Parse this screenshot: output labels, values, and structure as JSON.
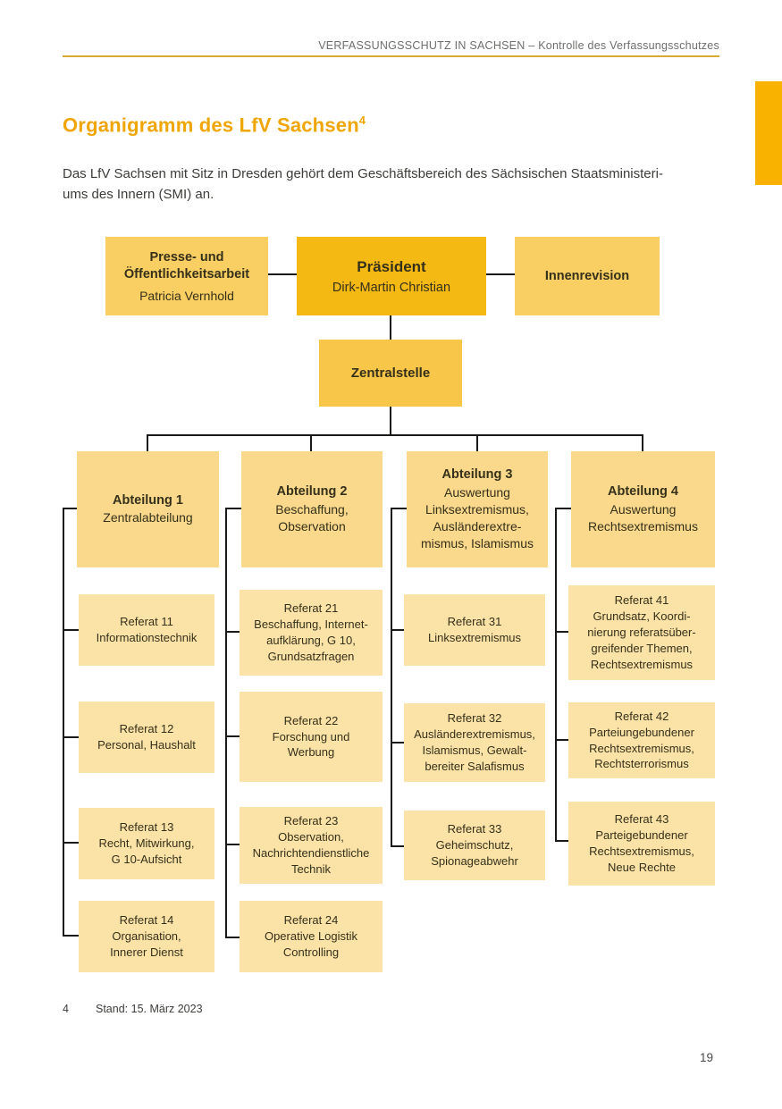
{
  "header": {
    "running_head": "VERFASSUNGSSCHUTZ IN SACHSEN – Kontrolle des Verfassungsschutzes"
  },
  "page": {
    "title": "Organigramm des LfV Sachsen",
    "title_footnote_marker": "4",
    "intro": "Das LfV Sachsen mit Sitz in Dresden gehört dem Geschäftsbereich des Sächsischen Staatsministeri-\nums des Innern (SMI) an.",
    "footnote_marker": "4",
    "footnote_text": "Stand: 15. März 2023",
    "page_number": "19"
  },
  "colors": {
    "praesident_box": "#f5b914",
    "top_side_box": "#f9ce62",
    "zentralstelle_box": "#f8c649",
    "abteilung_box": "#fad98c",
    "referat_box": "#fbe3a8",
    "side_tab": "#f9b200",
    "header_rule": "#d8aa33",
    "title_text": "#efa504",
    "connector_line": "#1a1a18"
  },
  "chart": {
    "presse": {
      "title": "Presse- und\nÖffentlichkeitsarbeit",
      "subtitle": "Patricia Vernhold"
    },
    "praesident": {
      "title": "Präsident",
      "subtitle": "Dirk-Martin Christian"
    },
    "innenrevision": {
      "title": "Innenrevision"
    },
    "zentralstelle": {
      "title": "Zentralstelle"
    },
    "abteilungen": [
      {
        "title": "Abteilung 1",
        "subtitle": "Zentralabteilung"
      },
      {
        "title": "Abteilung 2",
        "subtitle": "Beschaffung,\nObservation"
      },
      {
        "title": "Abteilung 3",
        "subtitle": "Auswertung\nLinksextremismus,\nAusländerextre-\nmismus, Islamismus"
      },
      {
        "title": "Abteilung 4",
        "subtitle": "Auswertung\nRechtsextremismus"
      }
    ],
    "referate": [
      {
        "title": "Referat 11",
        "subtitle": "Informationstechnik"
      },
      {
        "title": "Referat 12",
        "subtitle": "Personal, Haushalt"
      },
      {
        "title": "Referat 13",
        "subtitle": "Recht, Mitwirkung,\nG 10-Aufsicht"
      },
      {
        "title": "Referat 14",
        "subtitle": "Organisation,\nInnerer Dienst"
      },
      {
        "title": "Referat 21",
        "subtitle": "Beschaffung, Internet-\naufklärung, G 10,\nGrundsatzfragen"
      },
      {
        "title": "Referat 22",
        "subtitle": "Forschung und\nWerbung"
      },
      {
        "title": "Referat 23",
        "subtitle": "Observation,\nNachrichtendienstliche\nTechnik"
      },
      {
        "title": "Referat 24",
        "subtitle": "Operative Logistik\nControlling"
      },
      {
        "title": "Referat 31",
        "subtitle": "Linksextremismus"
      },
      {
        "title": "Referat 32",
        "subtitle": "Ausländerextremismus,\nIslamismus, Gewalt-\nbereiter Salafismus"
      },
      {
        "title": "Referat 33",
        "subtitle": "Geheimschutz,\nSpionageabwehr"
      },
      {
        "title": "Referat 41",
        "subtitle": "Grundsatz, Koordi-\nnierung referatsüber-\ngreifender Themen,\nRechtsextremismus"
      },
      {
        "title": "Referat 42",
        "subtitle": "Parteiungebundener\nRechtsextremismus,\nRechtsterrorismus"
      },
      {
        "title": "Referat 43",
        "subtitle": "Parteigebundener\nRechtsextremismus,\nNeue Rechte"
      }
    ]
  }
}
